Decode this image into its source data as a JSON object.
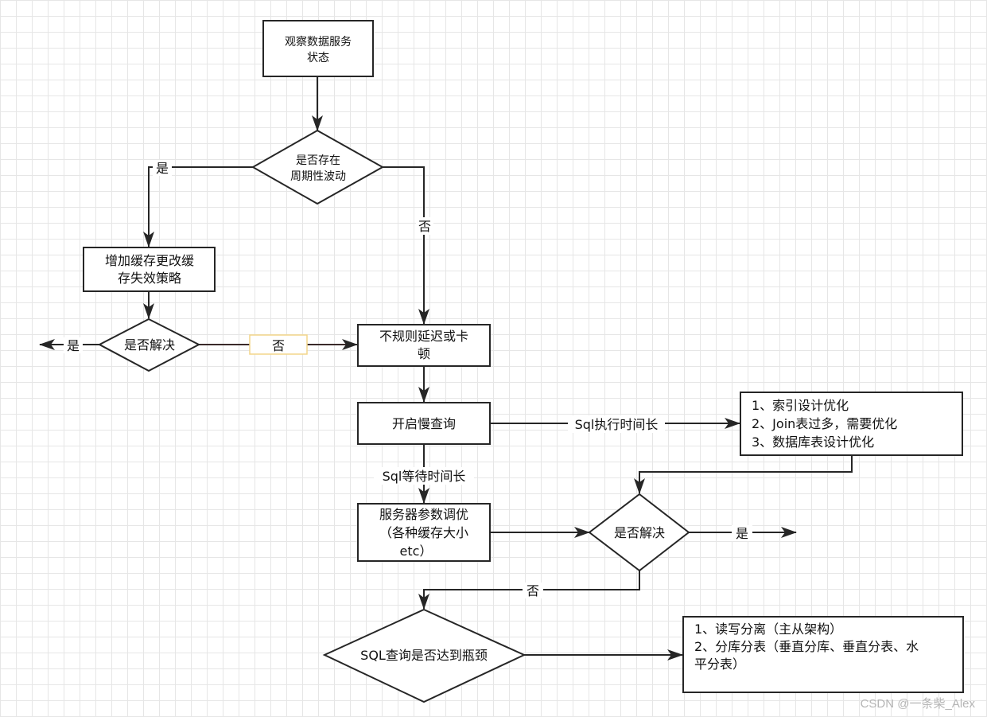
{
  "nodes": {
    "observe": {
      "lines": [
        "观察数据服务",
        "状态"
      ]
    },
    "periodic": {
      "lines": [
        "是否存在",
        "周期性波动"
      ]
    },
    "cache": {
      "lines": [
        "增加缓存更改缓",
        "存失效策略"
      ]
    },
    "resolved1": {
      "lines": [
        "是否解决"
      ]
    },
    "irregular": {
      "lines": [
        "不规则延迟或卡",
        "顿"
      ]
    },
    "slowquery": {
      "lines": [
        "开启慢查询"
      ]
    },
    "optimize_list": {
      "lines": [
        "1、索引设计优化",
        "2、Join表过多，需要优化",
        "3、数据库表设计优化"
      ]
    },
    "server_tune": {
      "lines": [
        "服务器参数调优",
        "（各种缓存大小",
        "etc）"
      ]
    },
    "resolved2": {
      "lines": [
        "是否解决"
      ]
    },
    "bottleneck": {
      "lines": [
        "SQL查询是否达到瓶颈"
      ]
    },
    "split_list": {
      "lines": [
        "1、读写分离（主从架构）",
        "2、分库分表（垂直分库、垂直分表、水",
        "平分表）"
      ]
    }
  },
  "edge_labels": {
    "periodic_yes": "是",
    "periodic_no": "否",
    "resolved1_yes": "是",
    "resolved1_no": "否",
    "sql_exec_long": "Sql执行时间长",
    "sql_wait_long": "Sql等待时间长",
    "resolved2_yes": "是",
    "resolved2_no": "否"
  },
  "watermark": "CSDN @一条柴_Alex"
}
